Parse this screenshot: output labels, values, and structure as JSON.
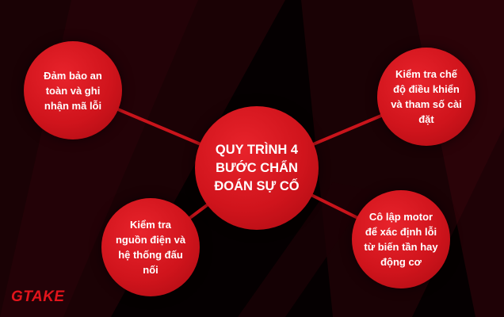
{
  "center": {
    "text": "QUY TRÌNH 4\nBƯỚC CHẨN\nĐOÁN SỰ CỐ"
  },
  "steps": [
    {
      "text": "Đảm bảo an\ntoàn và ghi\nnhận mã lỗi"
    },
    {
      "text": "Kiểm tra chế\nđộ điều khiển\nvà tham số cài\nđặt"
    },
    {
      "text": "Kiểm tra\nnguồn điện và\nhệ thống đấu\nnối"
    },
    {
      "text": "Cô lập motor\nđể xác định lỗi\ntừ biến tần hay\nđộng cơ"
    }
  ],
  "logo": {
    "text": "GTAKE"
  },
  "colors": {
    "node": "#d0141c",
    "connector": "#c9141b",
    "background": "#050001",
    "logo": "#e3141b"
  }
}
